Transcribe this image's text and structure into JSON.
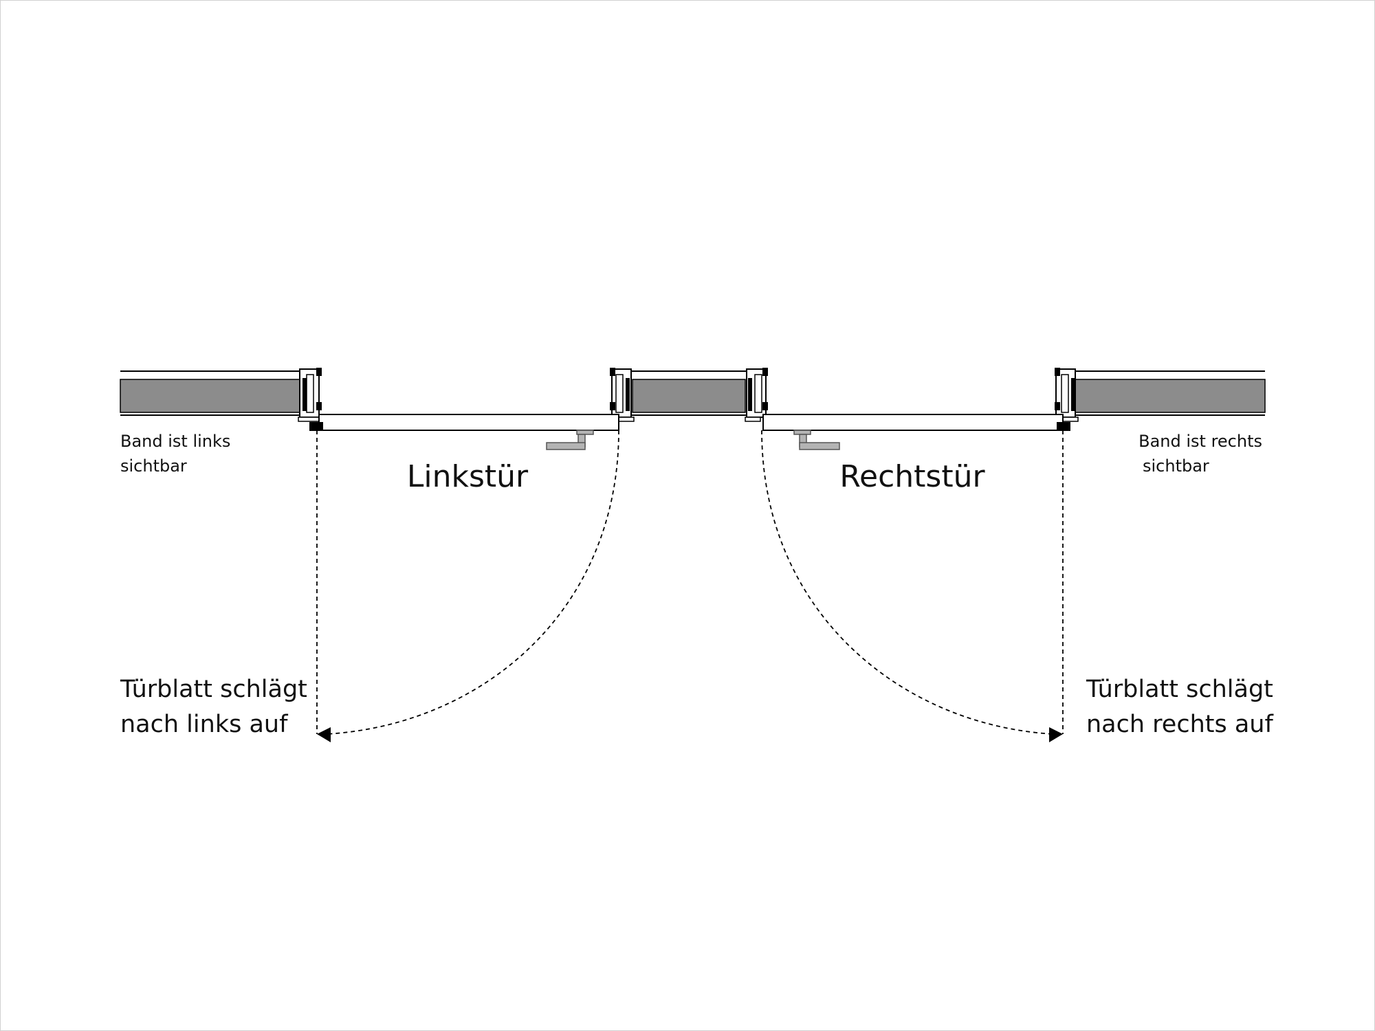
{
  "labels": {
    "left_band_line1": "Band ist links",
    "left_band_line2": "sichtbar",
    "right_band_line1": "Band ist rechts",
    "right_band_line2": "sichtbar",
    "left_door_title": "Linkstür",
    "right_door_title": "Rechtstür",
    "left_swing_line1": "Türblatt schlägt",
    "left_swing_line2": "nach links auf",
    "right_swing_line1": "Türblatt schlägt",
    "right_swing_line2": "nach rechts auf"
  },
  "colors": {
    "wall_fill": "#8c8c8c",
    "handle_fill": "#b4b4b4",
    "line": "#000000",
    "hinge": "#000000"
  }
}
